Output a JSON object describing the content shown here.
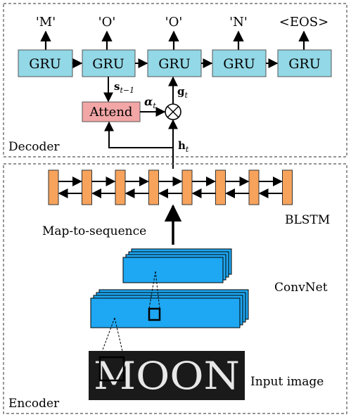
{
  "colors": {
    "gru_fill": "#93d8e6",
    "attend_fill": "#f2a6a6",
    "blstm_cell_fill": "#f7a35c",
    "conv_fill": "#1ea7f2",
    "box_stroke": "#555555",
    "arrow": "#000000"
  },
  "decoder": {
    "label": "Decoder",
    "outputs": [
      "'M'",
      "'O'",
      "'O'",
      "'N'",
      "<EOS>"
    ],
    "gru_label": "GRU",
    "attend_label": "Attend",
    "labels": {
      "s_main": "s",
      "s_sub": "t−1",
      "alpha_main": "α",
      "alpha_sub": "t",
      "g_main": "g",
      "g_sub": "t",
      "h_main": "h",
      "h_sub": "t",
      "combine_symbol": "⊗"
    }
  },
  "encoder": {
    "label": "Encoder",
    "blstm_label": "BLSTM",
    "blstm_cells": 8,
    "map_to_sequence_label": "Map-to-sequence",
    "convnet_label": "ConvNet",
    "input_image_label": "Input image",
    "input_image_text": "MOON"
  }
}
